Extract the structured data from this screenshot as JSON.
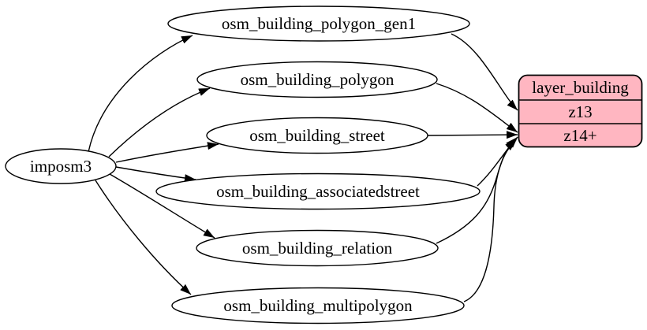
{
  "diagram": {
    "background_color": "#ffffff",
    "edge_color": "#000000",
    "table_node_fill": "#ffffff",
    "source_node": {
      "label": "imposm3"
    },
    "table_nodes": [
      {
        "label": "osm_building_polygon_gen1"
      },
      {
        "label": "osm_building_polygon"
      },
      {
        "label": "osm_building_street"
      },
      {
        "label": "osm_building_associatedstreet"
      },
      {
        "label": "osm_building_relation"
      },
      {
        "label": "osm_building_multipolygon"
      }
    ],
    "layer_node": {
      "title": "layer_building",
      "zoom_rows": [
        {
          "label": "z13"
        },
        {
          "label": "z14+"
        }
      ],
      "fill": "#ffb6c1",
      "stroke": "#000000"
    },
    "edges": [
      {
        "from": "imposm3",
        "to": "osm_building_polygon_gen1"
      },
      {
        "from": "imposm3",
        "to": "osm_building_polygon"
      },
      {
        "from": "imposm3",
        "to": "osm_building_street"
      },
      {
        "from": "imposm3",
        "to": "osm_building_associatedstreet"
      },
      {
        "from": "imposm3",
        "to": "osm_building_relation"
      },
      {
        "from": "imposm3",
        "to": "osm_building_multipolygon"
      },
      {
        "from": "osm_building_polygon_gen1",
        "to": "layer_building:z13"
      },
      {
        "from": "osm_building_polygon",
        "to": "layer_building:z14+"
      },
      {
        "from": "osm_building_street",
        "to": "layer_building:z14+"
      },
      {
        "from": "osm_building_associatedstreet",
        "to": "layer_building:z14+"
      },
      {
        "from": "osm_building_relation",
        "to": "layer_building:z14+"
      },
      {
        "from": "osm_building_multipolygon",
        "to": "layer_building:z14+"
      }
    ]
  }
}
